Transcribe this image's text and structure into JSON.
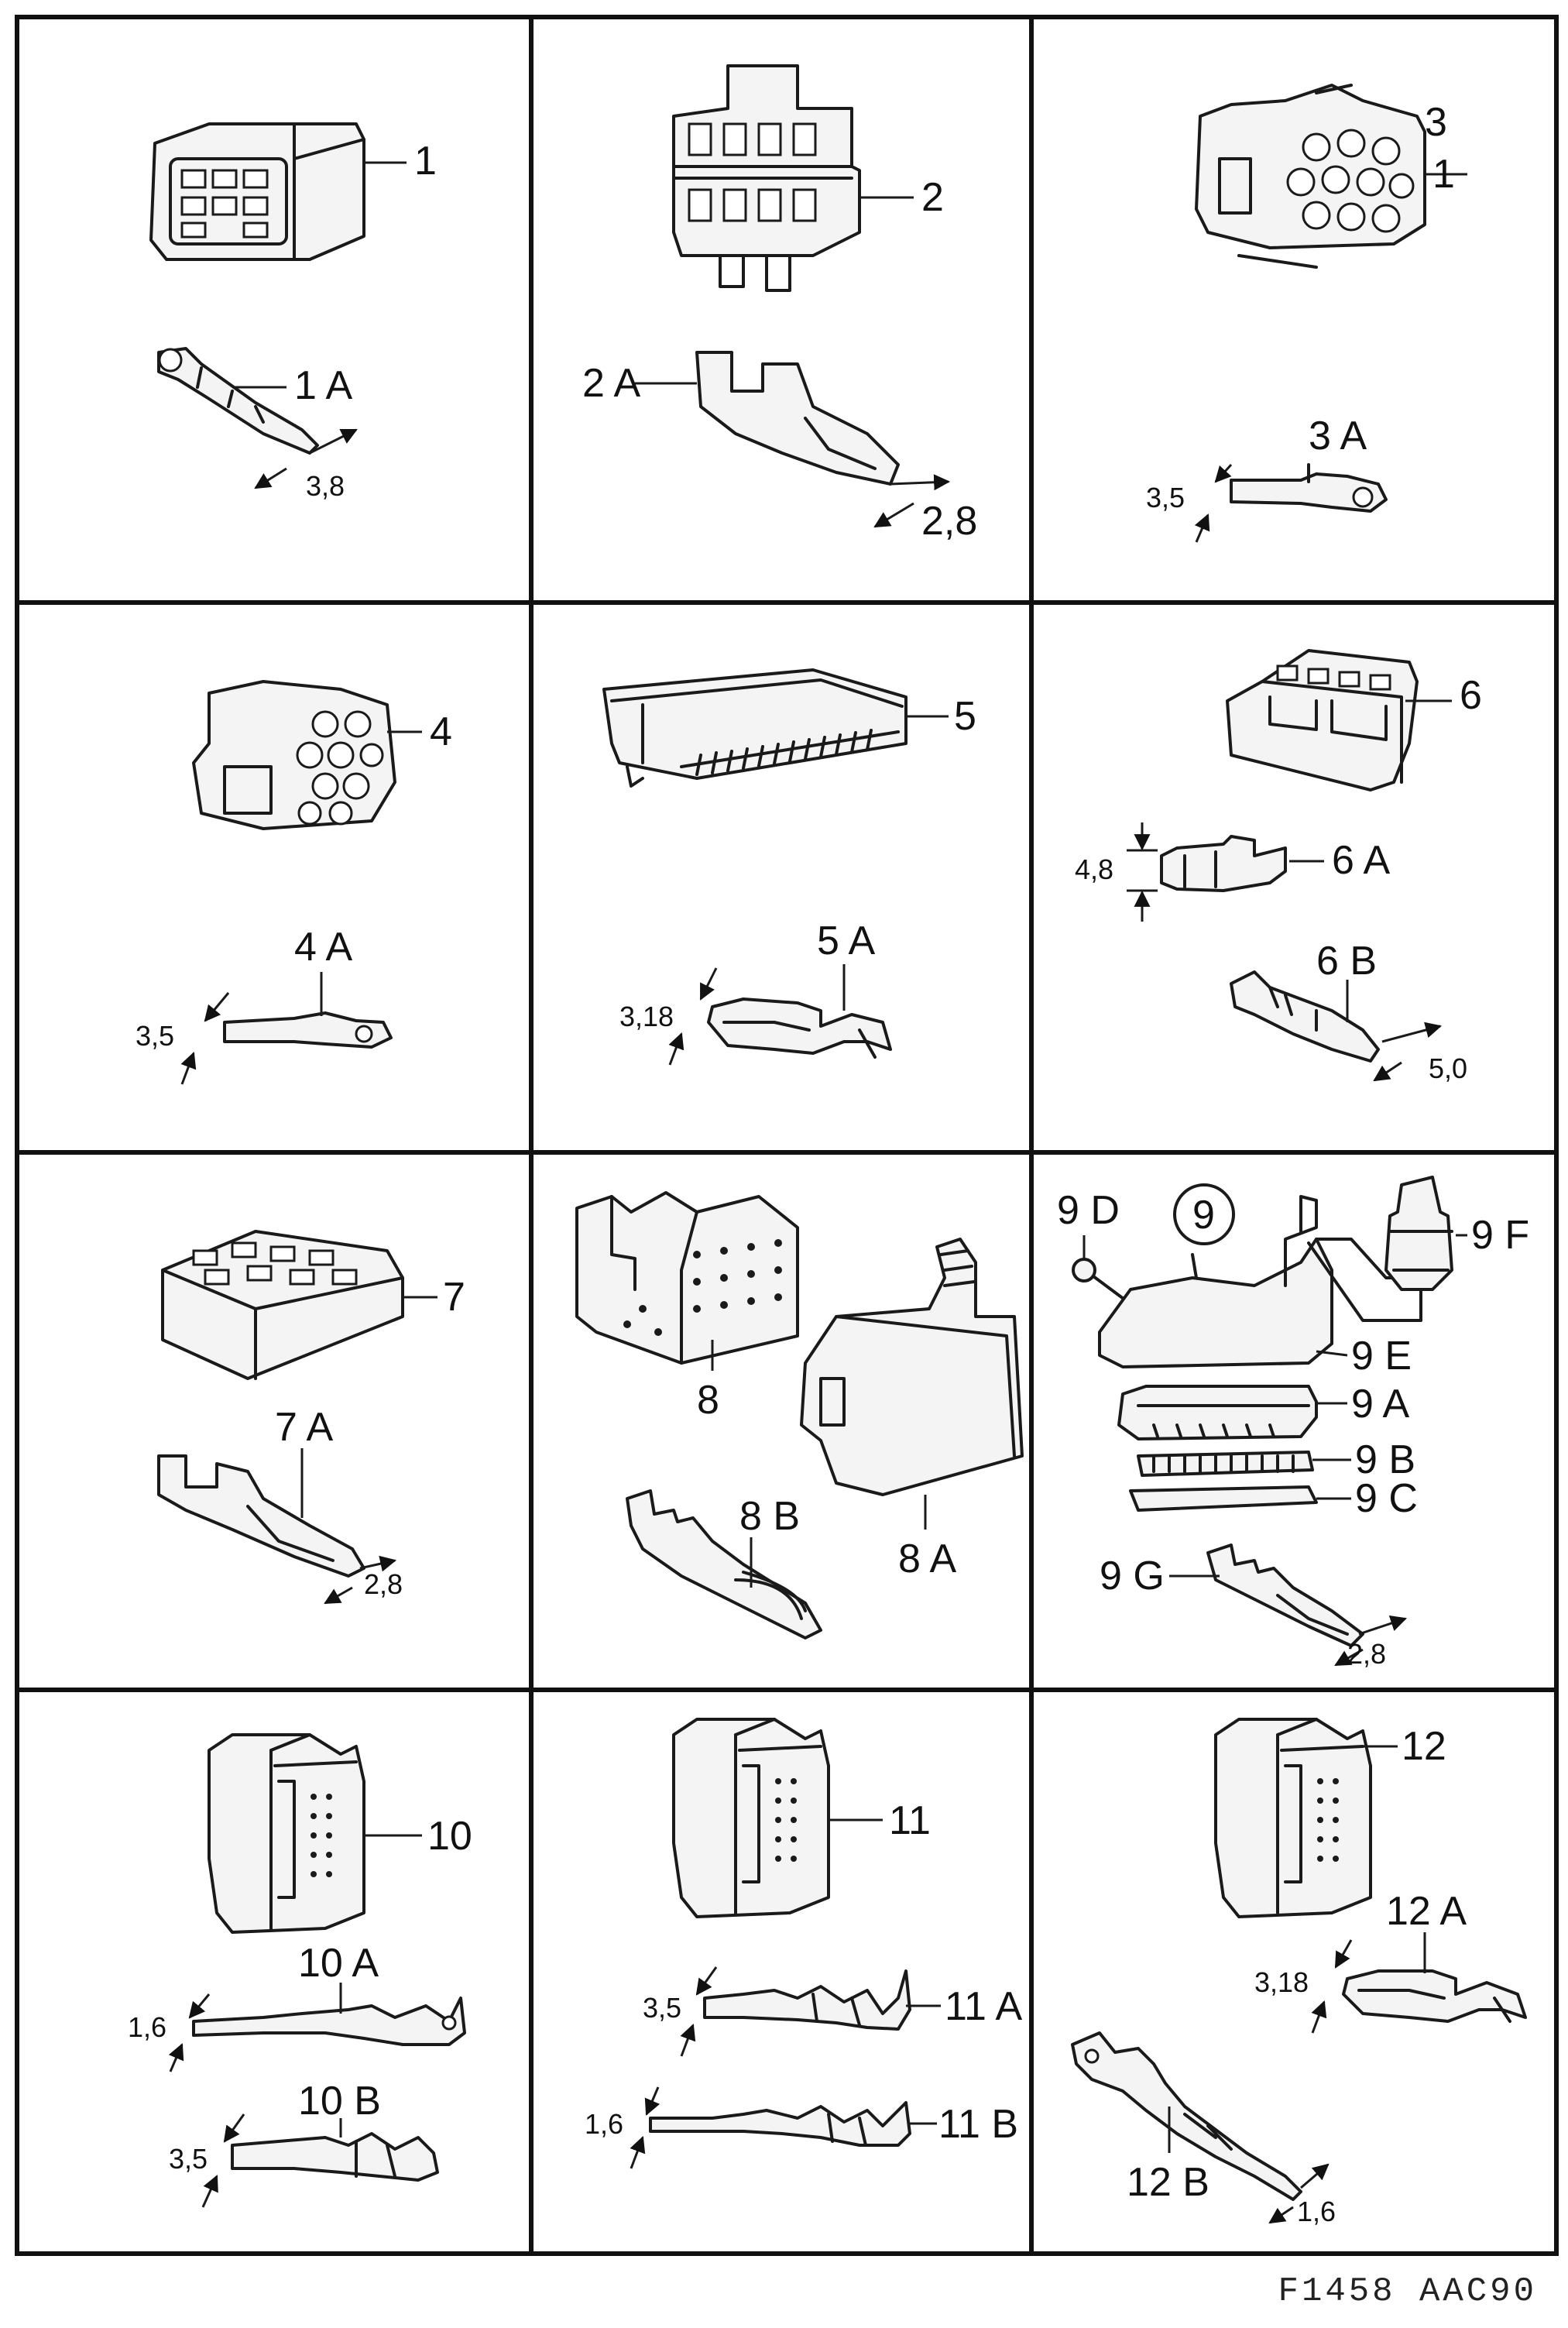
{
  "figure_code": "F1458 AAC90",
  "panels": [
    {
      "labels": [
        "1",
        "1 A",
        "3,8"
      ]
    },
    {
      "labels": [
        "2",
        "2 A",
        "2,8"
      ]
    },
    {
      "labels": [
        "3",
        "1",
        "3 A",
        "3,5"
      ]
    },
    {
      "labels": [
        "4",
        "4 A",
        "3,5"
      ]
    },
    {
      "labels": [
        "5",
        "5 A",
        "3,18"
      ]
    },
    {
      "labels": [
        "6",
        "6 A",
        "4,8",
        "6 B",
        "5,0"
      ]
    },
    {
      "labels": [
        "7",
        "7 A",
        "2,8"
      ]
    },
    {
      "labels": [
        "8",
        "8 A",
        "8 B"
      ]
    },
    {
      "labels": [
        "9",
        "9 D",
        "9 F",
        "9 E",
        "9 A",
        "9 B",
        "9 C",
        "9 G",
        "2,8"
      ]
    },
    {
      "labels": [
        "10",
        "10 A",
        "1,6",
        "10 B",
        "3,5"
      ]
    },
    {
      "labels": [
        "11",
        "11 A",
        "3,5",
        "11 B",
        "1,6"
      ]
    },
    {
      "labels": [
        "12",
        "12 A",
        "3,18",
        "12 B",
        "1,6"
      ]
    }
  ]
}
